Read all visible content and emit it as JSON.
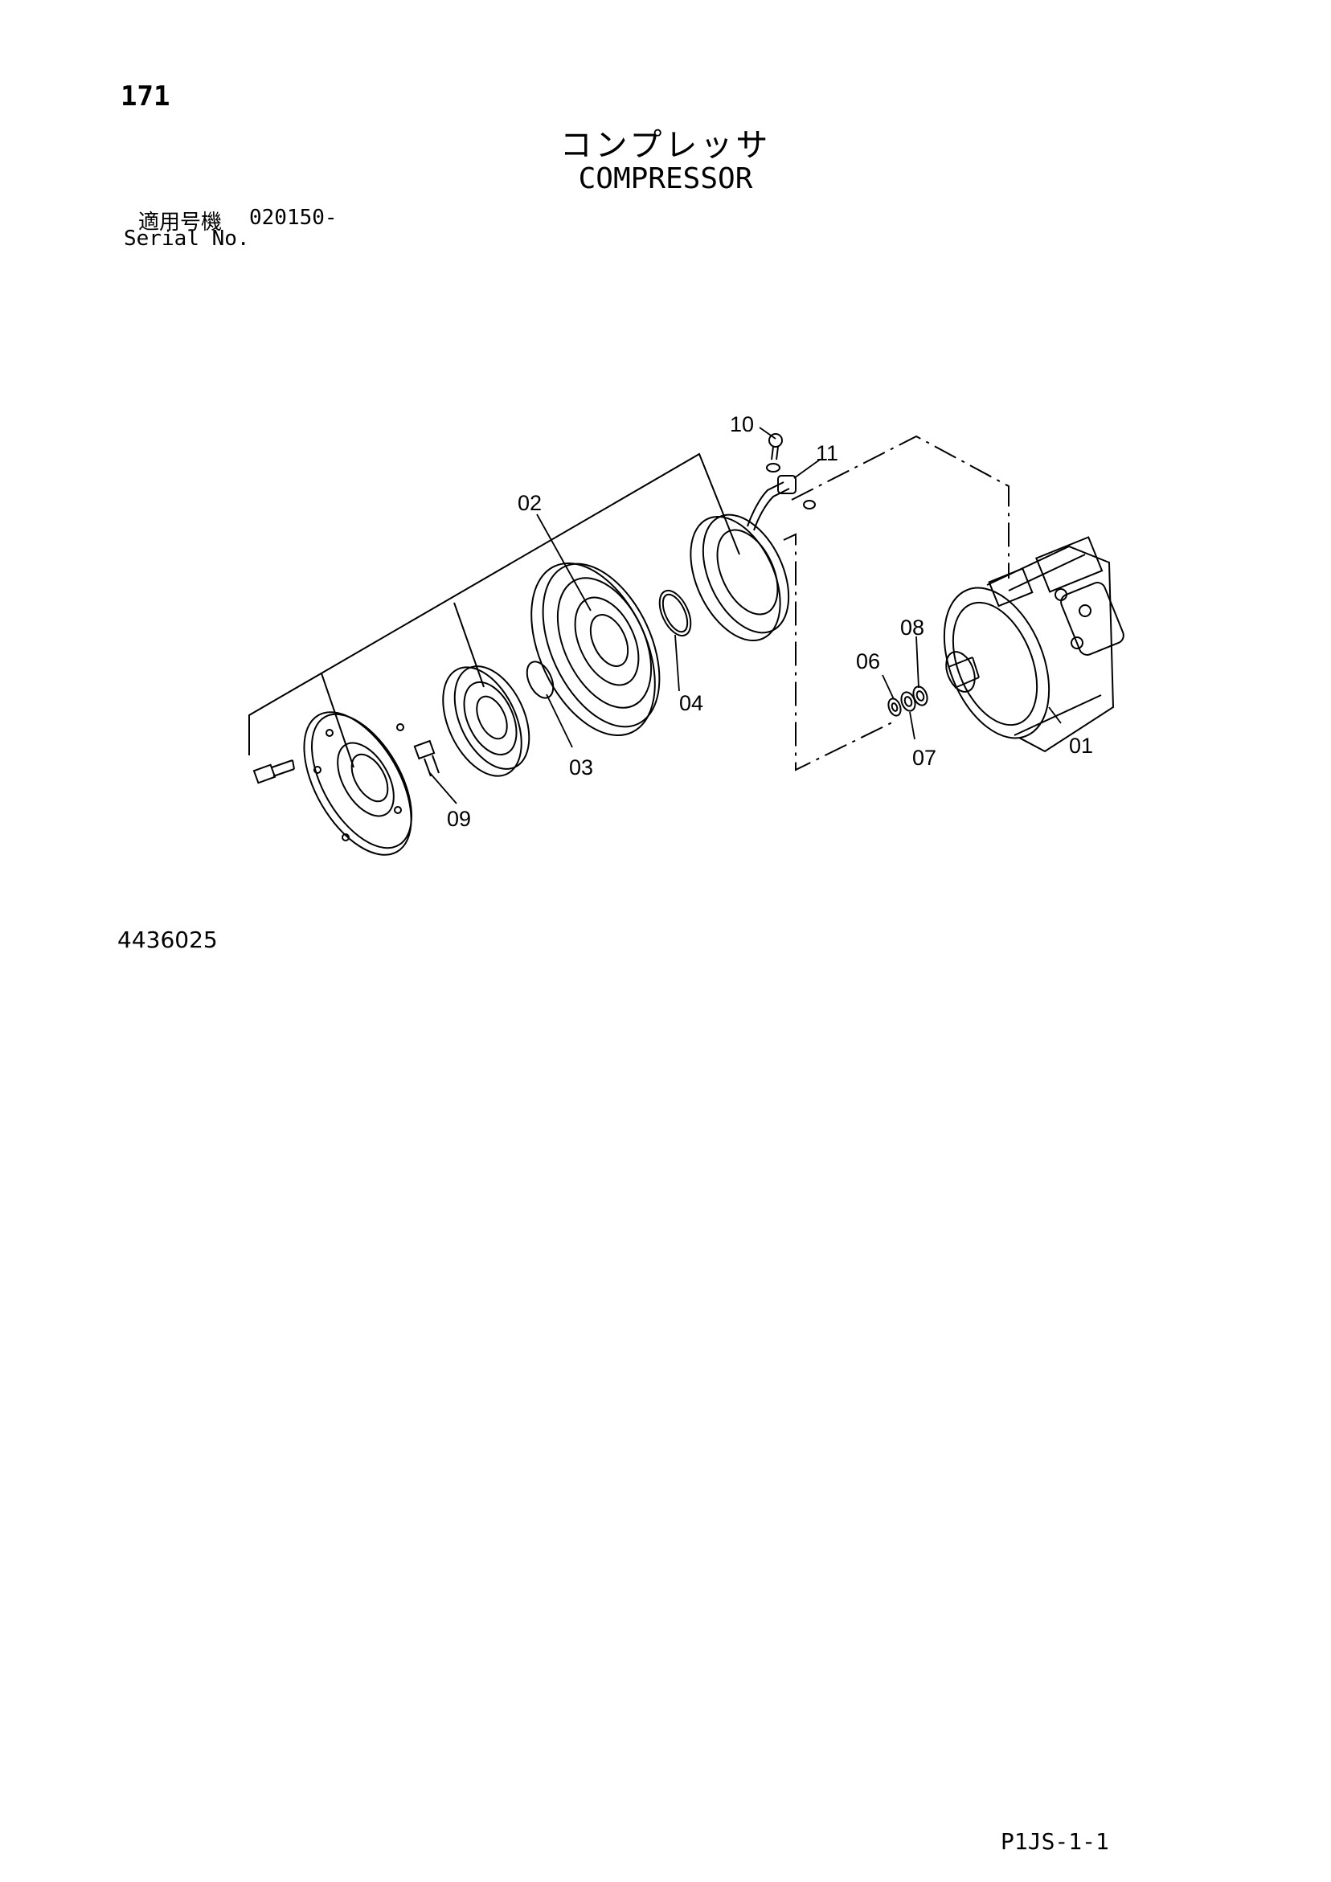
{
  "header": {
    "page_number": "171",
    "title_jp": "コンプレッサ",
    "title_en": "COMPRESSOR",
    "serial_label_jp": "適用号機",
    "serial_value": "020150-",
    "serial_label_en": "Serial No."
  },
  "diagram": {
    "callouts": [
      "01",
      "02",
      "03",
      "04",
      "06",
      "07",
      "08",
      "09",
      "10",
      "11"
    ]
  },
  "footer": {
    "figure_number": "4436025",
    "page_code": "P1JS-1-1"
  }
}
